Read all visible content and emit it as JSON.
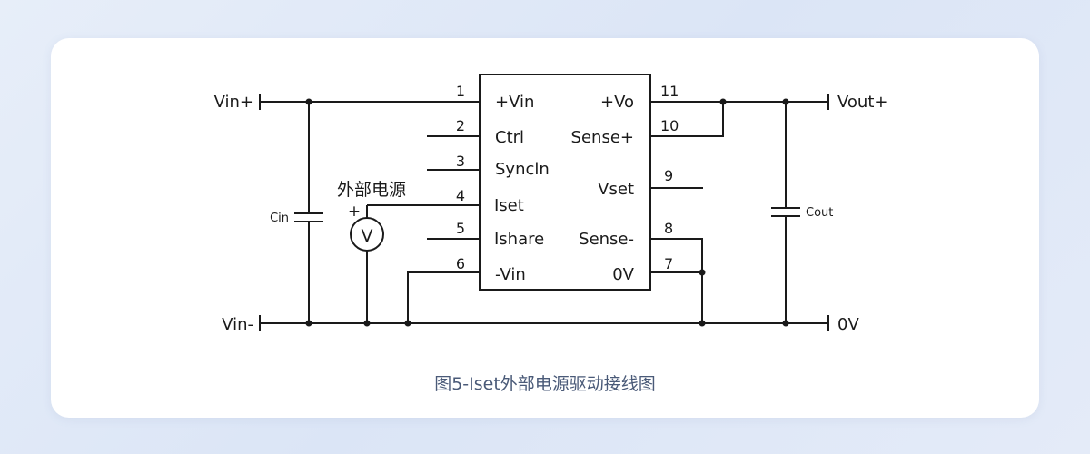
{
  "terminals": {
    "vin_plus": "Vin+",
    "vin_minus": "Vin-",
    "vout_plus": "Vout+",
    "zero_v": "0V"
  },
  "capacitors": {
    "cin": "Cin",
    "cout": "Cout"
  },
  "external_source": {
    "label": "外部电源",
    "polarity": "+",
    "meter": "V"
  },
  "pins_left": [
    {
      "number": "1",
      "name": "+Vin"
    },
    {
      "number": "2",
      "name": "Ctrl"
    },
    {
      "number": "3",
      "name": "Syncln"
    },
    {
      "number": "4",
      "name": "Iset"
    },
    {
      "number": "5",
      "name": "Ishare"
    },
    {
      "number": "6",
      "name": "-Vin"
    }
  ],
  "pins_right": [
    {
      "number": "11",
      "name": "+Vo"
    },
    {
      "number": "10",
      "name": "Sense+"
    },
    {
      "number": "9",
      "name": "Vset"
    },
    {
      "number": "8",
      "name": "Sense-"
    },
    {
      "number": "7",
      "name": "0V"
    }
  ],
  "caption": "图5-Iset外部电源驱动接线图"
}
